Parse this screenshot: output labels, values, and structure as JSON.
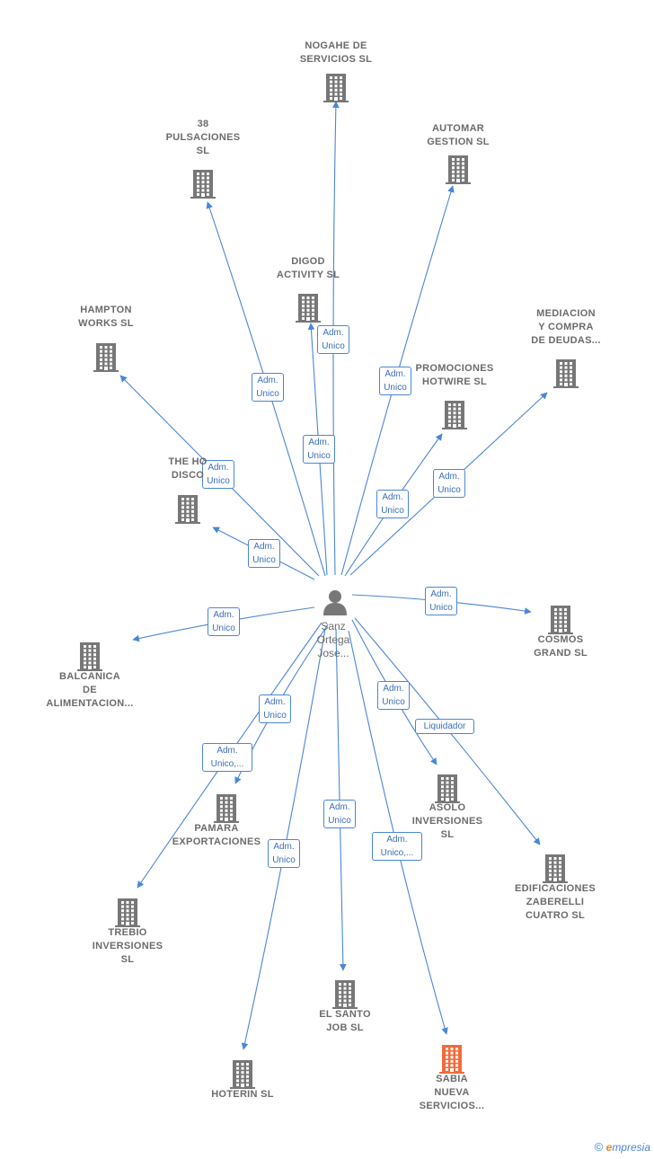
{
  "center": {
    "label": "Sanz\nOrtega\nJose..."
  },
  "nodes": [
    {
      "id": "nogahe",
      "label": "NOGAHE DE\nSERVICIOS SL"
    },
    {
      "id": "automar",
      "label": "AUTOMAR\nGESTION  SL"
    },
    {
      "id": "38puls",
      "label": "38\nPULSACIONES\nSL"
    },
    {
      "id": "digod",
      "label": "DIGOD\nACTIVITY  SL"
    },
    {
      "id": "mediacion",
      "label": "MEDIACION\nY COMPRA\nDE DEUDAS..."
    },
    {
      "id": "hampton",
      "label": "HAMPTON\nWORKS  SL"
    },
    {
      "id": "promociones",
      "label": "PROMOCIONES\nHOTWIRE SL"
    },
    {
      "id": "thehot",
      "label": "THE HO\nDISCO"
    },
    {
      "id": "cosmos",
      "label": "COSMOS\nGRAND  SL"
    },
    {
      "id": "balcanica",
      "label": "BALCANICA\nDE\nALIMENTACION..."
    },
    {
      "id": "asolo",
      "label": "ASOLO\nINVERSIONES\nSL"
    },
    {
      "id": "pamara",
      "label": "PAMARA\nEXPORTACIONES"
    },
    {
      "id": "edificaciones",
      "label": "EDIFICACIONES\nZABERELLI\nCUATRO SL"
    },
    {
      "id": "trebio",
      "label": "TREBIO\nINVERSIONES\nSL"
    },
    {
      "id": "elsanto",
      "label": "EL SANTO\nJOB  SL"
    },
    {
      "id": "hoterin",
      "label": "HOTERIN SL"
    },
    {
      "id": "sabia",
      "label": "SABIA\nNUEVA\nSERVICIOS...",
      "highlight": true
    }
  ],
  "edges": [
    {
      "to": "nogahe",
      "label": "Adm.\nUnico"
    },
    {
      "to": "38puls",
      "label": "Adm.\nUnico"
    },
    {
      "to": "automar",
      "label": "Adm.\nUnico"
    },
    {
      "to": "digod",
      "label": "Adm.\nUnico"
    },
    {
      "to": "hampton",
      "label": "Adm.\nUnico"
    },
    {
      "to": "promociones",
      "label": "Adm.\nUnico"
    },
    {
      "to": "mediacion",
      "label": "Adm.\nUnico"
    },
    {
      "to": "thehot",
      "label": "Adm.\nUnico"
    },
    {
      "to": "cosmos",
      "label": "Adm.\nUnico"
    },
    {
      "to": "balcanica",
      "label": "Adm.\nUnico"
    },
    {
      "to": "asolo",
      "label": "Adm.\nUnico"
    },
    {
      "to": "edificaciones",
      "label": "Liquidador"
    },
    {
      "to": "pamara",
      "label": "Adm.\nUnico"
    },
    {
      "to": "trebio",
      "label": "Adm.\nUnico,..."
    },
    {
      "to": "elsanto",
      "label": "Adm.\nUnico"
    },
    {
      "to": "hoterin",
      "label": "Adm.\nUnico"
    },
    {
      "to": "sabia",
      "label": "Adm.\nUnico,..."
    }
  ],
  "colors": {
    "edge": "#4a86d8",
    "building": "#777777",
    "highlight": "#f26b3a",
    "text": "#6b6b6b"
  },
  "footer": {
    "copyright": "©",
    "brand_initial": "e",
    "brand_rest": "mpresia"
  }
}
